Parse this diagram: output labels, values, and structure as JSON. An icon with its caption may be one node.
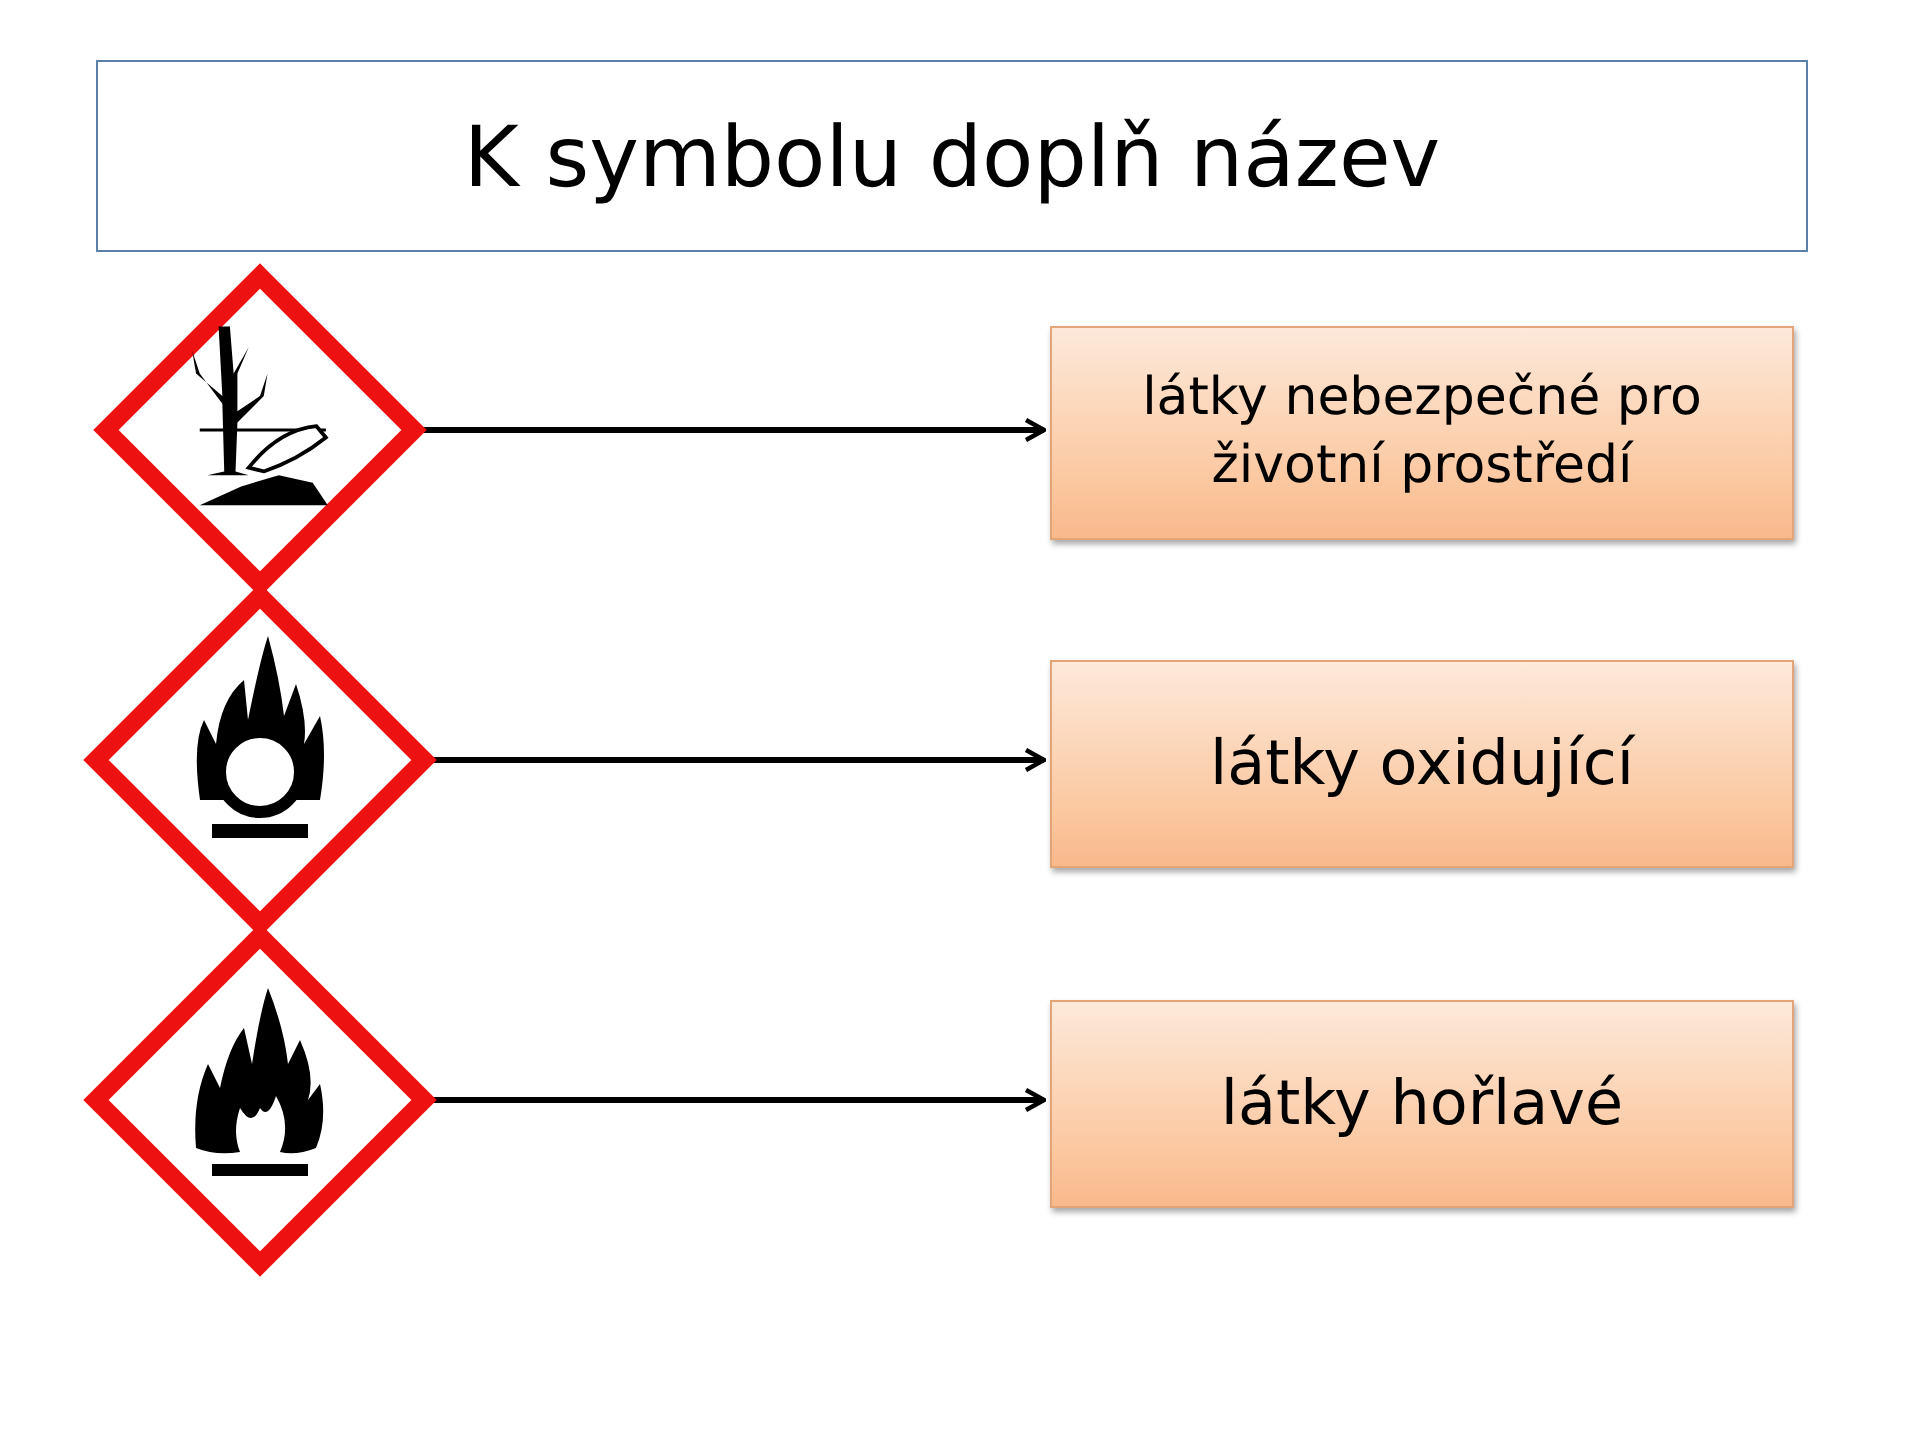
{
  "diagram": {
    "title": "K symbolu doplň název",
    "nodes": [
      {
        "text": [],
        "shape": "diamond"
      },
      {
        "text": [],
        "shape": "diamond"
      },
      {
        "text": [],
        "shape": "diamond"
      },
      {
        "text": [
          "látky nebezpečné pro životní prostředí"
        ]
      },
      {
        "text": [
          "látky oxidující"
        ]
      },
      {
        "text": [
          "látky hořlavé"
        ]
      }
    ],
    "edges": [
      {
        "from": 0,
        "to": 3,
        "arrow": "to"
      },
      {
        "from": 1,
        "to": 4,
        "arrow": "to"
      },
      {
        "from": 2,
        "to": 5,
        "arrow": "to"
      }
    ]
  }
}
